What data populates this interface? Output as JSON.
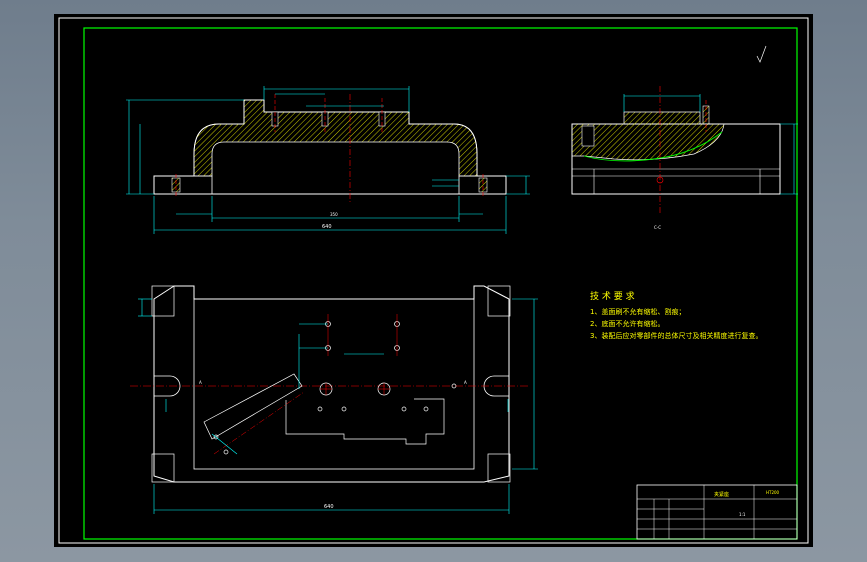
{
  "colors": {
    "background": "#000000",
    "frame": "#ffffff",
    "border": "#00ff00",
    "outline": "#ffffff",
    "dimension": "#00ffff",
    "centerline": "#ff0000",
    "hatch": "#ffff00",
    "notes": "#ffff00"
  },
  "front_view": {
    "overall_length": "640",
    "inner_width": "350"
  },
  "side_view": {
    "section_label": "C-C"
  },
  "plan_view": {
    "overall_length": "640",
    "section_marker_left": "A",
    "section_marker_right": "A"
  },
  "tech_requirements": {
    "title": "技 术 要 求",
    "items": [
      "1、盖面刷不允有缩松、割痕；",
      "2、底面不允许有缩松。",
      "3、装配后应对零部件的总体尺寸及相关精度进行复查。"
    ]
  },
  "title_block": {
    "drawing_name": "夹紧座",
    "scale": "1:1",
    "material": "HT200"
  }
}
